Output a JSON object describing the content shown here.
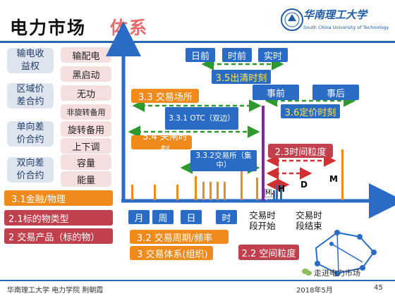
{
  "title": "电力市场",
  "subtitle": "体系",
  "logo": {
    "name": "华南理工大学",
    "english": "South China University of Technology"
  },
  "left_labels": [
    "输电收\n益权",
    "区域价\n差合约",
    "单向差\n价合约",
    "双向差\n价合约"
  ],
  "product_labels": [
    "输配电",
    "黑启动",
    "无功",
    "非旋转备用",
    "旋转备用",
    "上下调",
    "容量",
    "能量"
  ],
  "finance_label": "3.1金融/物理",
  "object_type_label": "2.1标的物类型",
  "product_category_label": "2 交易产品（标的物）",
  "time_buttons": [
    "日前",
    "时前",
    "实时"
  ],
  "clearing_label": "3.5出清时刻",
  "venue_label": "3.3 交易场所",
  "pre_post": [
    "事前",
    "事后"
  ],
  "otc_label": "3.3.1 OTC（双边）",
  "pricing_label": "3.6定价时刻",
  "gate_close_label": "3.4 关闸时刻",
  "exchange_label": "3.3.2交易所（集中）",
  "time_granularity_label": "2.3时间粒度",
  "axis_letters": [
    "M",
    "H",
    "D",
    "M"
  ],
  "period_buttons": [
    "月",
    "周",
    "日",
    "时"
  ],
  "trade_start": "交易时\n段开始",
  "trade_end": "交易时\n段结束",
  "cycle_label": "3.2 交易周期/频率",
  "system_label": "3 交易体系(组织)",
  "space_label": "2.2 空间粒度",
  "watermark": "走进电力市场",
  "footer_left": "华南理工大学 电力学院  荆朝霞",
  "footer_date": "2018年5月",
  "page_number": "45",
  "colors": {
    "blue": "#2a6bc5",
    "orange": "#f08a1a",
    "red": "#c0404e",
    "green": "#2e9a2e",
    "purple": "#7a2a9a"
  }
}
